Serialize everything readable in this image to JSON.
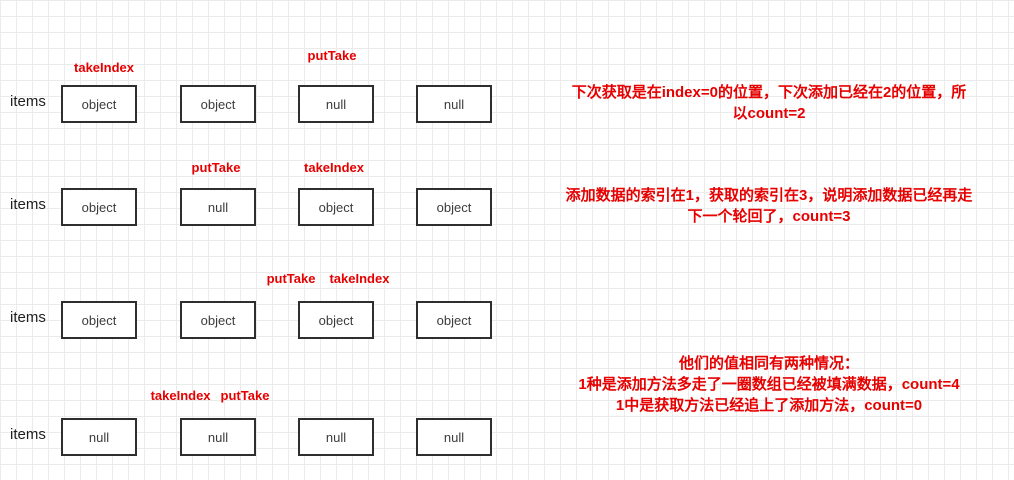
{
  "colors": {
    "accent_red": "#e60000",
    "box_border": "#2e2e2e",
    "grid": "#ebebeb"
  },
  "rows": [
    {
      "label": "items",
      "boxes": [
        "object",
        "object",
        "null",
        "null"
      ],
      "markers": [
        {
          "text": "takeIndex"
        },
        {
          "text": "putTake"
        }
      ],
      "annotation": "下次获取是在index=0的位置，下次添加已经在2的位置，所\n以count=2"
    },
    {
      "label": "items",
      "boxes": [
        "object",
        "null",
        "object",
        "object"
      ],
      "markers": [
        {
          "text": "putTake"
        },
        {
          "text": "takeIndex"
        }
      ],
      "annotation": "添加数据的索引在1，获取的索引在3，说明添加数据已经再走\n下一个轮回了，count=3"
    },
    {
      "label": "items",
      "boxes": [
        "object",
        "object",
        "object",
        "object"
      ],
      "markers": [
        {
          "text": "putTake"
        },
        {
          "text": "takeIndex"
        }
      ],
      "annotation": "他们的值相同有两种情况：\n1种是添加方法多走了一圈数组已经被填满数据，count=4\n1中是获取方法已经追上了添加方法，count=0"
    },
    {
      "label": "items",
      "boxes": [
        "null",
        "null",
        "null",
        "null"
      ],
      "markers": [
        {
          "text": "takeIndex"
        },
        {
          "text": "putTake"
        }
      ]
    }
  ]
}
